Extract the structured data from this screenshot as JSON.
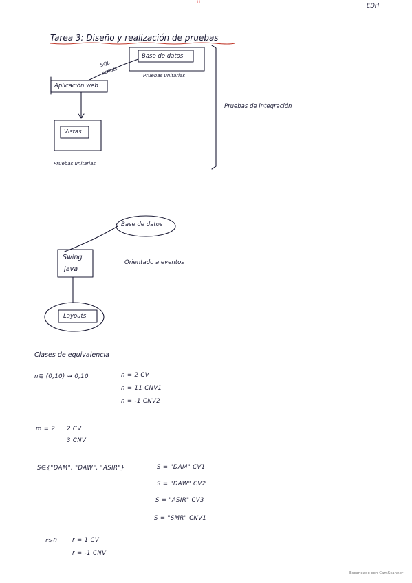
{
  "header": {
    "initials": "EDH",
    "top_mark": "ü"
  },
  "section1": {
    "title": "Tarea 3: Diseño y realización de pruebas",
    "db_box": "Base de datos",
    "db_caption": "Pruebas unitarias",
    "link_label_1": "SQL",
    "link_label_2": "scripts",
    "webapp_box": "Aplicación web",
    "views_box": "Vistas",
    "views_caption": "Pruebas unitarias",
    "integration_label": "Pruebas de integración"
  },
  "section2": {
    "db_ellipse": "Base de datos",
    "swing_line1": "Swing",
    "swing_line2": "Java",
    "event_label": "Orientado a eventos",
    "layouts": "Layouts"
  },
  "section3": {
    "heading": "Clases de equivalencia",
    "block1": {
      "left": "n∈ (0,10) ⇝ 0,10",
      "rows": [
        "n = 2   CV",
        "n = 11   CNV1",
        "n = -1   CNV2"
      ]
    },
    "block2": {
      "left": "m = 2",
      "rows": [
        "2 CV",
        "3 CNV"
      ]
    },
    "block3": {
      "left": "S∈{\"DAM\", \"DAW\", \"ASIR\"}",
      "rows": [
        "S = \"DAM\"   CV1",
        "S = \"DAW\"   CV2",
        "S = \"ASIR\"   CV3",
        "S = \"SMR\"   CNV1"
      ]
    },
    "block4": {
      "left": "r>0",
      "rows": [
        "r = 1   CV",
        "r = -1   CNV"
      ]
    }
  },
  "footer": "Escaneado con CamScanner"
}
